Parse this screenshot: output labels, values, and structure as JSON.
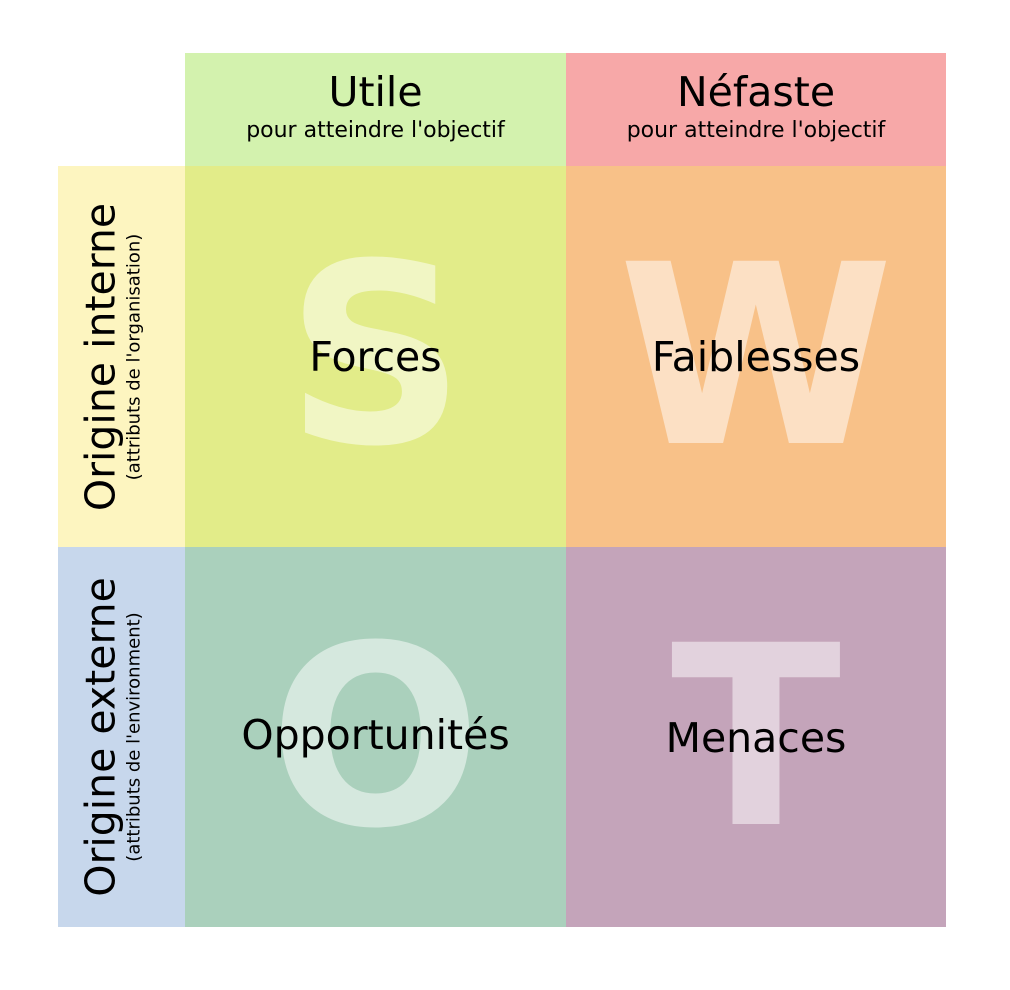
{
  "colors": {
    "helpful_header": "#d3f2ae",
    "harmful_header": "#f7a8a8",
    "internal_side": "#fdf5c0",
    "external_side": "#c7d7ec",
    "strengths": "#e2ec89",
    "weaknesses": "#f8c188",
    "opportunities": "#aad0bc",
    "threats": "#c4a4ba"
  },
  "columns": {
    "helpful": {
      "title": "Utile",
      "subtitle": "pour atteindre l'objectif"
    },
    "harmful": {
      "title": "Néfaste",
      "subtitle": "pour atteindre l'objectif"
    }
  },
  "rows": {
    "internal": {
      "title": "Origine interne",
      "subtitle": "(attributs de l'organisation)"
    },
    "external": {
      "title": "Origine externe",
      "subtitle": "(attributs de l'environment)"
    }
  },
  "quadrants": {
    "strengths": {
      "letter": "S",
      "label": "Forces"
    },
    "weaknesses": {
      "letter": "W",
      "label": "Faiblesses"
    },
    "opportunities": {
      "letter": "O",
      "label": "Opportunités"
    },
    "threats": {
      "letter": "T",
      "label": "Menaces"
    }
  }
}
